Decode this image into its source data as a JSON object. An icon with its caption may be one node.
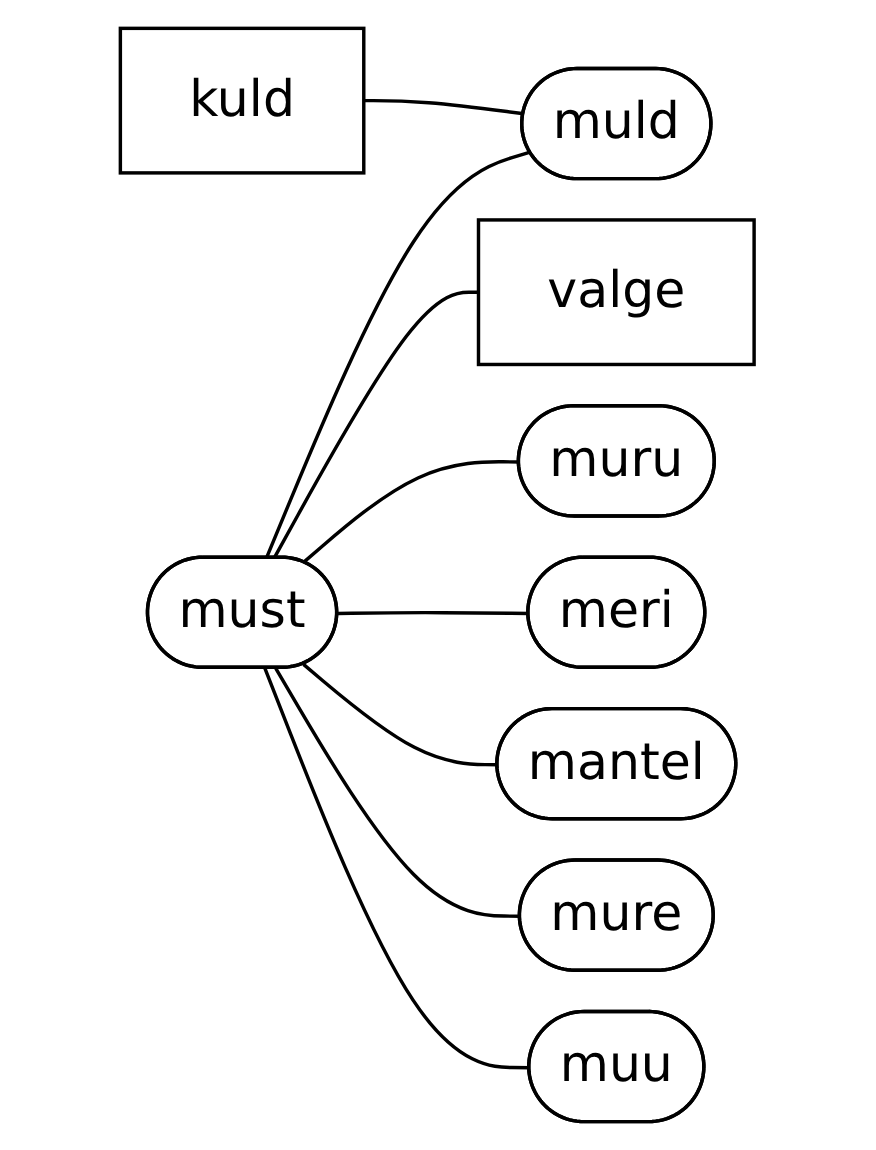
{
  "diagram": {
    "nodes": [
      {
        "text": [
          "kuld"
        ]
      },
      {
        "text": [
          "must"
        ]
      },
      {
        "text": [
          "muld"
        ]
      },
      {
        "text": [
          "valge"
        ]
      },
      {
        "text": [
          "muru"
        ]
      },
      {
        "text": [
          "meri"
        ]
      },
      {
        "text": [
          "mantel"
        ]
      },
      {
        "text": [
          "mure"
        ]
      },
      {
        "text": [
          "muu"
        ]
      }
    ],
    "edges": [
      {
        "from": 0,
        "to": 2,
        "arrow": "none"
      },
      {
        "from": 1,
        "to": 2,
        "arrow": "none"
      },
      {
        "from": 1,
        "to": 3,
        "arrow": "none"
      },
      {
        "from": 1,
        "to": 4,
        "arrow": "none"
      },
      {
        "from": 1,
        "to": 5,
        "arrow": "none"
      },
      {
        "from": 1,
        "to": 6,
        "arrow": "none"
      },
      {
        "from": 1,
        "to": 7,
        "arrow": "none"
      },
      {
        "from": 1,
        "to": 8,
        "arrow": "none"
      }
    ]
  }
}
